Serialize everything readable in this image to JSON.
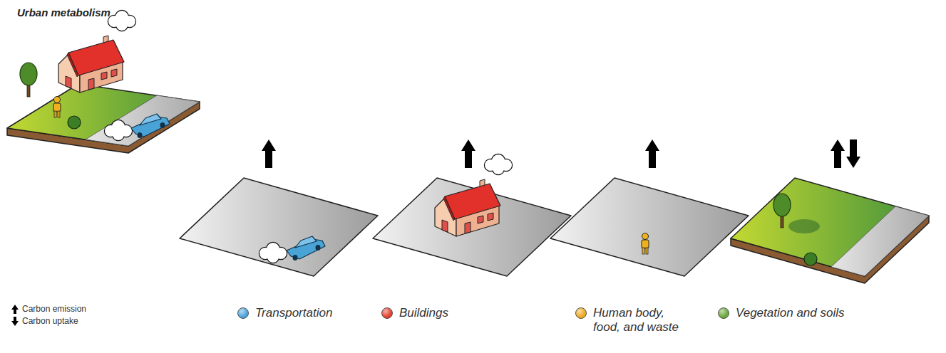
{
  "diagram": {
    "title": "Urban metabolism",
    "legend": [
      {
        "text": "Carbon emission"
      },
      {
        "text": "Carbon uptake"
      },
      {
        "text": "Transportation",
        "color": "#4da3dc"
      },
      {
        "text": "Buildings",
        "color": "#e2412f"
      },
      {
        "text": "Human body, food, and waste",
        "color": "#eeaa22"
      },
      {
        "text": "Vegetation and soils",
        "color": "#6aa83c"
      }
    ]
  }
}
